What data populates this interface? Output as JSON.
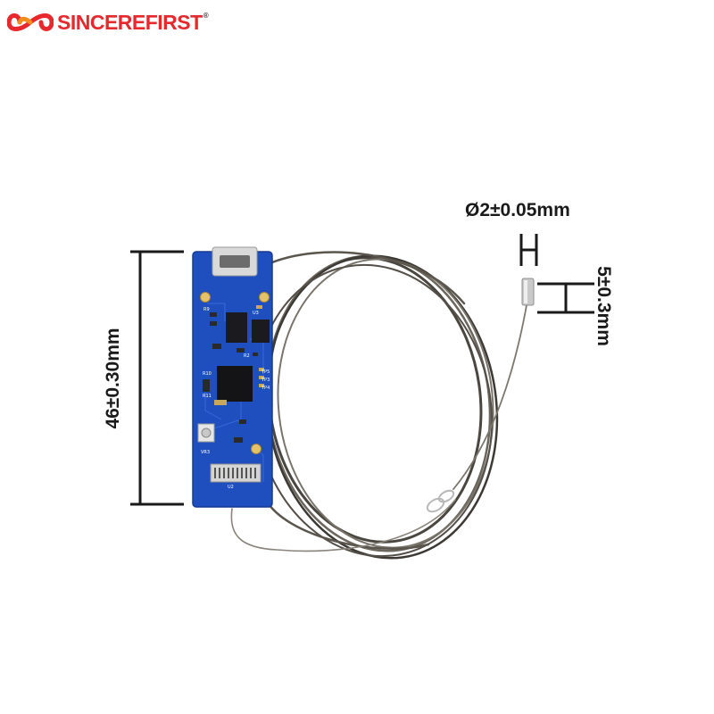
{
  "brand": {
    "name": "SINCEREFIRST",
    "registered_mark": "®",
    "colors": {
      "primary": "#e8282d",
      "secondary": "#f28c1c"
    }
  },
  "dimensions": {
    "diameter": "Ø2±0.05mm",
    "probe_length": "5±0.3mm",
    "board_length": "46±0.30mm"
  },
  "board": {
    "color": "#1f4fbf",
    "silkscreen": [
      "R9",
      "R10",
      "R11",
      "U2",
      "U3",
      "VR3",
      "R2",
      "TP5",
      "TP3",
      "TP4"
    ]
  }
}
